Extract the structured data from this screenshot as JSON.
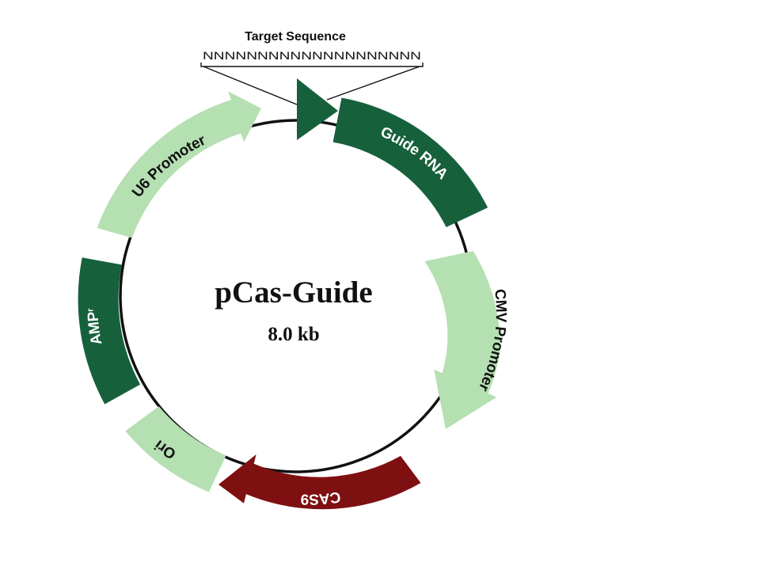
{
  "plasmid": {
    "name": "pCas-Guide",
    "size": "8.0 kb"
  },
  "target": {
    "title": "Target Sequence",
    "sequence": "NNNNNNNNNNNNNNNNNNNN"
  },
  "features": {
    "guide_rna": {
      "label": "Guide RNA",
      "color": "#17603c",
      "text_color": "#ffffff"
    },
    "cmv_promoter": {
      "label": "CMV Promoter",
      "color": "#b5e0b2",
      "text_color": "#111111"
    },
    "cas9": {
      "label": "CAS9",
      "color": "#7e1012",
      "text_color": "#ffffff"
    },
    "ori": {
      "label": "Ori",
      "color": "#b5e0b2",
      "text_color": "#111111"
    },
    "amp": {
      "label": "AMP",
      "superscript": "r",
      "color": "#17603c",
      "text_color": "#ffffff"
    },
    "u6_promoter": {
      "label": "U6 Promoter",
      "color": "#b5e0b2",
      "text_color": "#111111"
    }
  },
  "colors": {
    "backbone": "#111111",
    "dark_green": "#17603c",
    "light_green": "#b5e0b2",
    "dark_red": "#7e1012"
  }
}
